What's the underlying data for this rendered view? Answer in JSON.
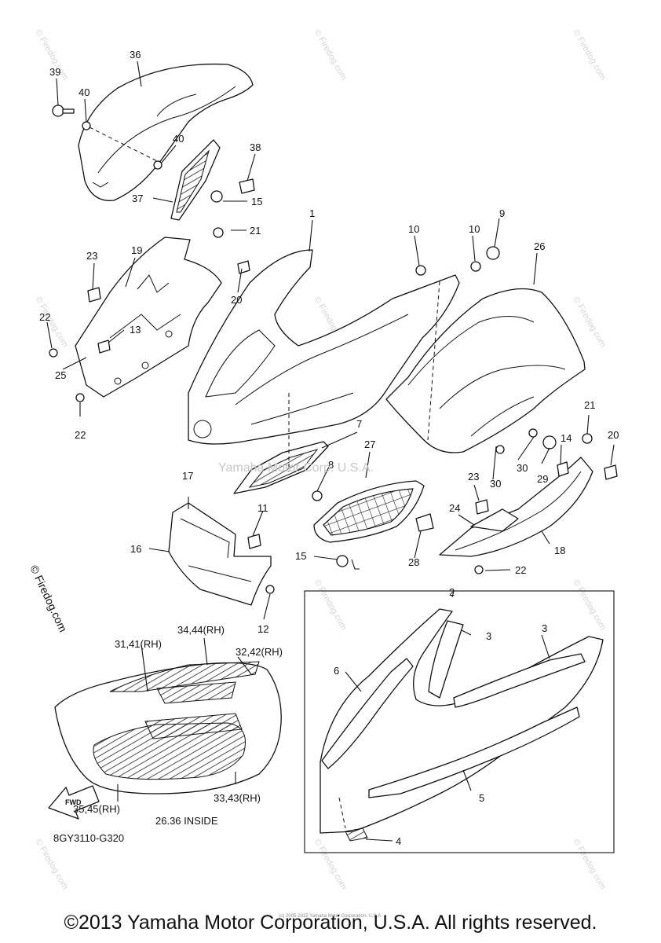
{
  "diagram": {
    "code": "8GY3110-G320",
    "inside_note": "26.36 INSIDE",
    "fwd_label": "FWD",
    "watermark_center": "Yamaha Motor Corp. U.S.A.",
    "watermark_side": "© Firedog.com",
    "watermark_tile": "© Firedog.com"
  },
  "labels": {
    "p1": "1",
    "p2": "2",
    "p3a": "3",
    "p3b": "3",
    "p4": "4",
    "p5": "5",
    "p6": "6",
    "p7": "7",
    "p8": "8",
    "p9": "9",
    "p10a": "10",
    "p10b": "10",
    "p11": "11",
    "p12": "12",
    "p13": "13",
    "p14": "14",
    "p15a": "15",
    "p15b": "15",
    "p16": "16",
    "p17": "17",
    "p18": "18",
    "p19": "19",
    "p20a": "20",
    "p20b": "20",
    "p21a": "21",
    "p21b": "21",
    "p22a": "22",
    "p22b": "22",
    "p22c": "22",
    "p23a": "23",
    "p23b": "23",
    "p24": "24",
    "p25": "25",
    "p26": "26",
    "p27": "27",
    "p28": "28",
    "p29": "29",
    "p30a": "30",
    "p30b": "30",
    "p36": "36",
    "p37": "37",
    "p38": "38",
    "p39": "39",
    "p40a": "40",
    "p40b": "40",
    "p31_41": "31,41(RH)",
    "p34_44": "34,44(RH)",
    "p32_42": "32,42(RH)",
    "p33_43": "33,43(RH)",
    "p35_45": "35,45(RH)"
  },
  "footer": {
    "copyright": "©2013 Yamaha Motor Corporation, U.S.A. All rights reserved.",
    "fineprint": "(c) 2005-2015 Yamaha Motor Corporation, U.S.A."
  }
}
